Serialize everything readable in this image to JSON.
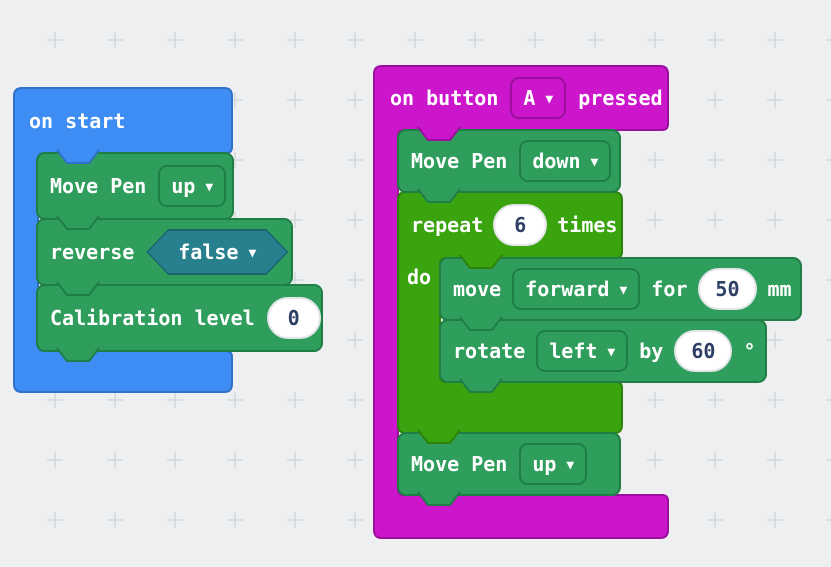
{
  "canvas": {
    "background": "#edeff0",
    "grid_cross_color": "#d5d8da"
  },
  "palette": {
    "blue": {
      "fill": "#3d8df5",
      "border": "#2f70c8"
    },
    "green": {
      "fill": "#2f9e5c",
      "border": "#1f7e46"
    },
    "loop_green": {
      "fill": "#3aa40f",
      "border": "#2d830a"
    },
    "magenta": {
      "fill": "#cb16cb",
      "border": "#9c0f9c"
    },
    "teal": {
      "fill": "#28808f",
      "border": "#176470"
    },
    "pill_bg": "#ffffff",
    "pill_text": "#2e3f66"
  },
  "icons": {
    "dropdown_arrow": "▼"
  },
  "blocks": {
    "on_start": {
      "label": "on start"
    },
    "move_pen_1": {
      "label": "Move Pen",
      "value": "up"
    },
    "reverse": {
      "label": "reverse",
      "value": "false"
    },
    "calibration": {
      "label": "Calibration level",
      "value": "0"
    },
    "on_button": {
      "label_1": "on button",
      "value": "A",
      "label_2": "pressed"
    },
    "move_pen_2": {
      "label": "Move Pen",
      "value": "down"
    },
    "repeat": {
      "label_1": "repeat",
      "value": "6",
      "label_2": "times",
      "do_label": "do"
    },
    "move": {
      "label_1": "move",
      "value": "forward",
      "label_2": "for",
      "amount": "50",
      "label_3": "mm"
    },
    "rotate": {
      "label_1": "rotate",
      "value": "left",
      "label_2": "by",
      "amount": "60",
      "label_3": "°"
    },
    "move_pen_3": {
      "label": "Move Pen",
      "value": "up"
    }
  }
}
